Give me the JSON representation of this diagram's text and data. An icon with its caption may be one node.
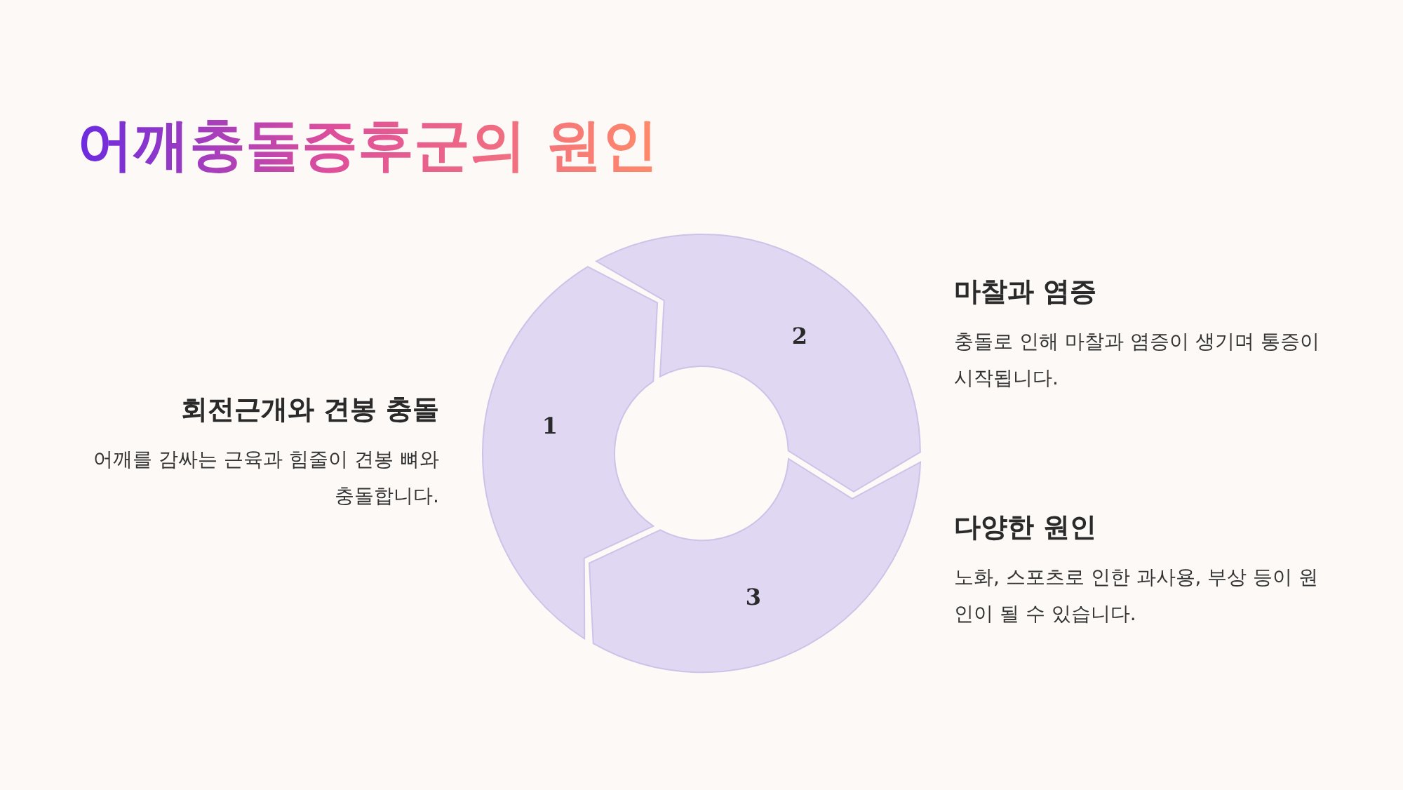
{
  "diagram": {
    "title": "어깨충돌증후군의 원인",
    "nodes": [
      {
        "text": [
          "1"
        ]
      },
      {
        "text": [
          "2"
        ]
      },
      {
        "text": [
          "3"
        ]
      }
    ],
    "labels": [
      "회전근개와 견봉 충돌",
      "어깨를 감싸는 근육과 힘줄이 견봉 뼈와 충돌합니다.",
      "마찰과 염증",
      "충돌로 인해 마찰과 염증이 생기며 통증이 시작됩니다.",
      "다양한 원인",
      "노화, 스포츠로 인한 과사용, 부상 등이 원인이 될 수 있습니다."
    ]
  }
}
